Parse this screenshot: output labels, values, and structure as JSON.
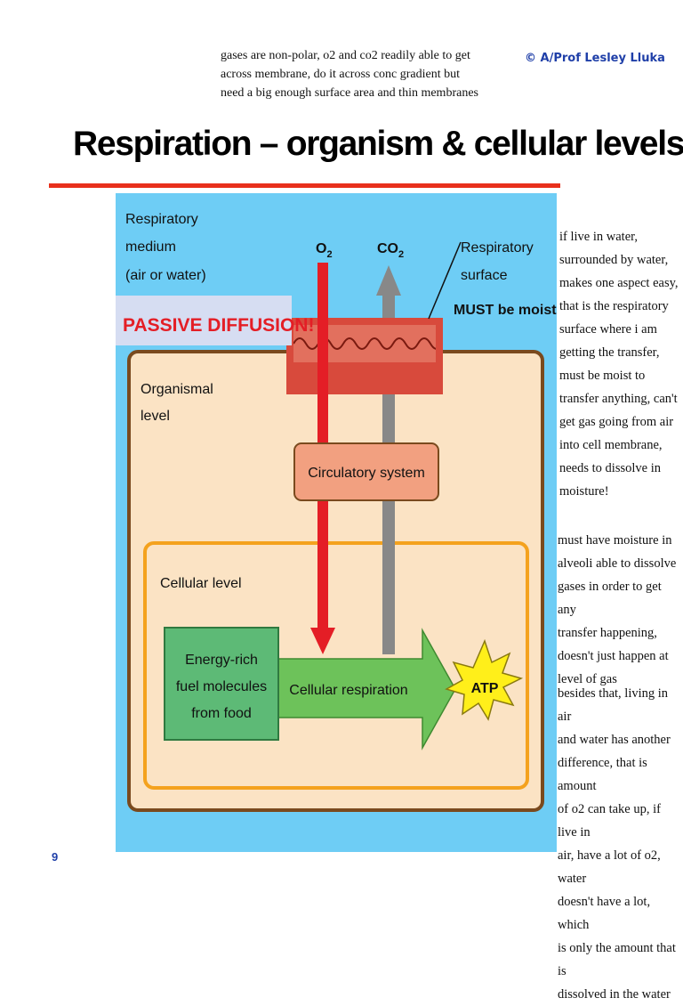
{
  "top_note": "gases are non-polar, o2 and co2 readily able to get across membrane, do it across conc gradient but need a big enough surface area and thin membranes",
  "copyright": "© A/Prof Lesley Lluka",
  "title": "Respiration – organism & cellular levels",
  "diagram": {
    "respiratory_medium": [
      "Respiratory",
      "medium",
      "(air or water)"
    ],
    "o2": "O",
    "o2_sub": "2",
    "co2": "CO",
    "co2_sub": "2",
    "respiratory_surface": [
      "Respiratory",
      "surface"
    ],
    "must_be_moist": "MUST be moist",
    "passive_diffusion": "PASSIVE DIFFUSION!",
    "organismal_level": [
      "Organismal",
      "level"
    ],
    "circulatory_system": "Circulatory system",
    "cellular_level": "Cellular level",
    "energy_rich": [
      "Energy-rich",
      "fuel molecules",
      "from food"
    ],
    "cellular_respiration": "Cellular respiration",
    "atp": "ATP",
    "colors": {
      "medium_bg": "#6ecdf5",
      "organism_bg": "#fbe3c4",
      "border": "#7a4a1e",
      "cellular_border": "#f4a21e",
      "surface": "#d84a3c",
      "o2_arrow": "#e41e26",
      "co2_arrow": "#888888",
      "circulatory": "#f2a080",
      "fuel": "#5dba76",
      "resp_arrow": "#6dc25a",
      "atp": "#ffef1a"
    }
  },
  "side_notes": [
    [
      "if live in water,",
      "surrounded by water,",
      "makes one aspect easy,",
      "that is the respiratory",
      "surface where i am",
      "getting the transfer,",
      "must be moist to",
      "transfer anything, can't",
      "get gas going from air",
      "into cell membrane,",
      "needs to dissolve in",
      "moisture!"
    ],
    [
      "must have moisture in",
      "alveoli able to dissolve",
      "gases in order to get any",
      "transfer happening,",
      "doesn't just happen at",
      "level of gas"
    ],
    [
      "besides that, living in air",
      "and water has another",
      "difference, that is amount",
      "of o2 can take up, if live in",
      "air, have a lot of o2, water",
      "doesn't have a lot, which",
      "is only the amount that is",
      "dissolved in the water"
    ]
  ],
  "page_number": "9"
}
